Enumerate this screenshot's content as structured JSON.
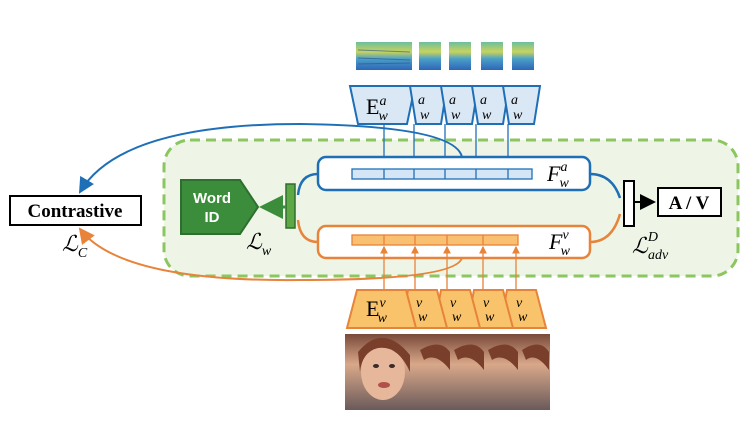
{
  "diagram": {
    "contrastive_label": "Contrastive",
    "word_id_lines": [
      "Word",
      "ID"
    ],
    "av_label": "A / V",
    "audio_encoder": {
      "base": "E",
      "sup": "a",
      "sub": "w"
    },
    "video_encoder": {
      "base": "E",
      "sup": "v",
      "sub": "w"
    },
    "audio_feature": {
      "base": "F",
      "sup": "a",
      "sub": "w"
    },
    "video_feature": {
      "base": "F",
      "sup": "v",
      "sub": "w"
    },
    "loss_contrastive": {
      "base": "ℒ",
      "sub": "C"
    },
    "loss_word": {
      "base": "ℒ",
      "sub": "w"
    },
    "loss_adv": {
      "base": "ℒ",
      "sup": "D",
      "sub": "adv"
    },
    "colors": {
      "audio_blue": "#1f6fb7",
      "video_orange": "#e8833a",
      "word_green": "#3b8d3b",
      "dashed_green": "#8cc660",
      "panel_fill": "#eef5e6"
    }
  }
}
